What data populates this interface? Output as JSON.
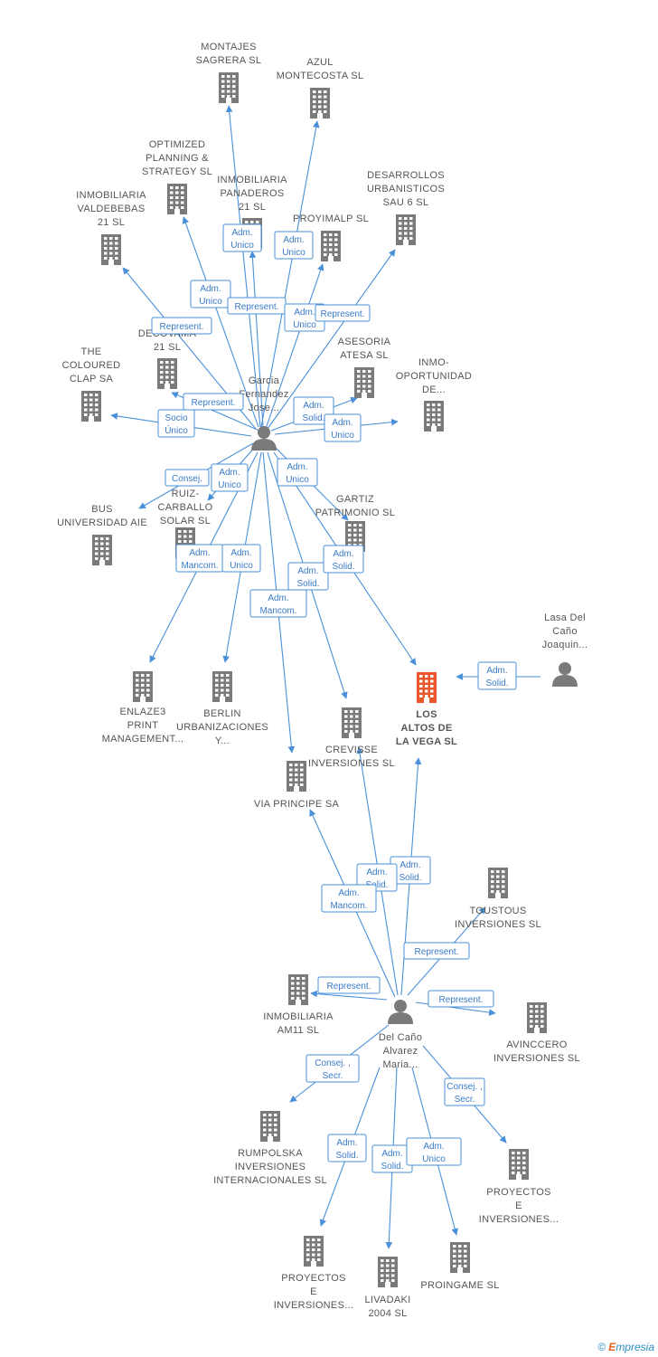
{
  "colors": {
    "edge": "#4a90d9",
    "node": "#7a7a7a",
    "highlight": "#e8562a",
    "badge_text": "#3a7bc8"
  },
  "nodes": [
    {
      "id": "montajes",
      "type": "company",
      "label": [
        "MONTAJES",
        "SAGRERA SL"
      ]
    },
    {
      "id": "azul",
      "type": "company",
      "label": [
        "AZUL",
        "MONTECOSTA SL"
      ]
    },
    {
      "id": "optimized",
      "type": "company",
      "label": [
        "OPTIMIZED",
        "PLANNING &",
        "STRATEGY SL"
      ]
    },
    {
      "id": "panaderos",
      "type": "company",
      "label": [
        "INMOBILIARIA",
        "PANADEROS",
        "21 SL"
      ]
    },
    {
      "id": "desarrollos",
      "type": "company",
      "label": [
        "DESARROLLOS",
        "URBANISTICOS",
        "SAU 6 SL"
      ]
    },
    {
      "id": "valdebebas",
      "type": "company",
      "label": [
        "INMOBILIARIA",
        "VALDEBEBAS",
        "21 SL"
      ]
    },
    {
      "id": "proyimalp",
      "type": "company",
      "label": [
        "PROYIMALP SL"
      ]
    },
    {
      "id": "decovama",
      "type": "company",
      "label": [
        "DECOVAMA",
        "21 SL"
      ]
    },
    {
      "id": "asesoria",
      "type": "company",
      "label": [
        "ASESORIA",
        "ATESA SL"
      ]
    },
    {
      "id": "coloured",
      "type": "company",
      "label": [
        "THE",
        "COLOURED",
        "CLAP SA"
      ]
    },
    {
      "id": "inmo",
      "type": "company",
      "label": [
        "INMO-",
        "OPORTUNIDAD",
        "DE..."
      ]
    },
    {
      "id": "garcia",
      "type": "person",
      "label": [
        "Garcia",
        "Fernandez",
        "Jose..."
      ]
    },
    {
      "id": "bus",
      "type": "company",
      "label": [
        "BUS",
        "UNIVERSIDAD AIE"
      ]
    },
    {
      "id": "ruiz",
      "type": "company",
      "label": [
        "RUIZ-",
        "CARBALLO",
        "SOLAR SL"
      ]
    },
    {
      "id": "gartiz",
      "type": "company",
      "label": [
        "GARTIZ",
        "PATRIMONIO SL"
      ]
    },
    {
      "id": "lasa",
      "type": "person",
      "label": [
        "Lasa Del",
        "Caño",
        "Joaquin..."
      ]
    },
    {
      "id": "enlaze",
      "type": "company",
      "label": [
        "ENLAZE3",
        "PRINT",
        "MANAGEMENT..."
      ]
    },
    {
      "id": "berlin",
      "type": "company",
      "label": [
        "BERLIN",
        "URBANIZACIONES",
        "Y..."
      ]
    },
    {
      "id": "losaltos",
      "type": "main",
      "label": [
        "LOS",
        "ALTOS DE",
        "LA VEGA SL"
      ]
    },
    {
      "id": "crevisse",
      "type": "company",
      "label": [
        "CREVISSE",
        "INVERSIONES SL"
      ]
    },
    {
      "id": "viaprincipe",
      "type": "company",
      "label": [
        "VIA PRINCIPE SA"
      ]
    },
    {
      "id": "toustous",
      "type": "company",
      "label": [
        "TOUSTOUS",
        "INVERSIONES SL"
      ]
    },
    {
      "id": "am11",
      "type": "company",
      "label": [
        "INMOBILIARIA",
        "AM11 SL"
      ]
    },
    {
      "id": "delcano",
      "type": "person",
      "label": [
        "Del Caño",
        "Alvarez",
        "Maria..."
      ]
    },
    {
      "id": "avinccero",
      "type": "company",
      "label": [
        "AVINCCERO",
        "INVERSIONES SL"
      ]
    },
    {
      "id": "rumpolska",
      "type": "company",
      "label": [
        "RUMPOLSKA",
        "INVERSIONES",
        "INTERNACIONALES SL"
      ]
    },
    {
      "id": "proyectos1",
      "type": "company",
      "label": [
        "PROYECTOS",
        "E",
        "INVERSIONES..."
      ]
    },
    {
      "id": "proyectos2",
      "type": "company",
      "label": [
        "PROYECTOS",
        "E",
        "INVERSIONES..."
      ]
    },
    {
      "id": "livadaki",
      "type": "company",
      "label": [
        "LIVADAKI",
        "2004 SL"
      ]
    },
    {
      "id": "proingame",
      "type": "company",
      "label": [
        "PROINGAME SL"
      ]
    }
  ],
  "edges": [
    {
      "from": "garcia",
      "to": "montajes"
    },
    {
      "from": "garcia",
      "to": "azul"
    },
    {
      "from": "garcia",
      "to": "optimized"
    },
    {
      "from": "garcia",
      "to": "panaderos"
    },
    {
      "from": "garcia",
      "to": "desarrollos"
    },
    {
      "from": "garcia",
      "to": "valdebebas"
    },
    {
      "from": "garcia",
      "to": "proyimalp"
    },
    {
      "from": "garcia",
      "to": "decovama"
    },
    {
      "from": "garcia",
      "to": "asesoria"
    },
    {
      "from": "garcia",
      "to": "coloured"
    },
    {
      "from": "garcia",
      "to": "inmo"
    },
    {
      "from": "garcia",
      "to": "bus"
    },
    {
      "from": "garcia",
      "to": "ruiz"
    },
    {
      "from": "garcia",
      "to": "gartiz"
    },
    {
      "from": "garcia",
      "to": "enlaze"
    },
    {
      "from": "garcia",
      "to": "berlin"
    },
    {
      "from": "garcia",
      "to": "losaltos"
    },
    {
      "from": "garcia",
      "to": "crevisse"
    },
    {
      "from": "garcia",
      "to": "viaprincipe"
    },
    {
      "from": "lasa",
      "to": "losaltos"
    },
    {
      "from": "delcano",
      "to": "losaltos"
    },
    {
      "from": "delcano",
      "to": "crevisse"
    },
    {
      "from": "delcano",
      "to": "viaprincipe"
    },
    {
      "from": "delcano",
      "to": "toustous"
    },
    {
      "from": "delcano",
      "to": "am11"
    },
    {
      "from": "delcano",
      "to": "avinccero"
    },
    {
      "from": "delcano",
      "to": "rumpolska"
    },
    {
      "from": "delcano",
      "to": "proyectos1"
    },
    {
      "from": "delcano",
      "to": "proyectos2"
    },
    {
      "from": "delcano",
      "to": "livadaki"
    },
    {
      "from": "delcano",
      "to": "proingame"
    }
  ],
  "badges": [
    [
      "Adm.",
      "Unico"
    ],
    [
      "Adm.",
      "Unico"
    ],
    [
      "Adm.",
      "Unico"
    ],
    [
      "Represent."
    ],
    [
      "Adm.",
      "Unico"
    ],
    [
      "Represent."
    ],
    [
      "Represent."
    ],
    [
      "Represent."
    ],
    [
      "Socio",
      "Único"
    ],
    [
      "Adm.",
      "Solid."
    ],
    [
      "Adm.",
      "Unico"
    ],
    [
      "Consej."
    ],
    [
      "Adm.",
      "Unico"
    ],
    [
      "Adm.",
      "Unico"
    ],
    [
      "Adm.",
      "Mancom."
    ],
    [
      "Adm.",
      "Unico"
    ],
    [
      "Adm.",
      "Solid."
    ],
    [
      "Adm.",
      "Solid."
    ],
    [
      "Adm.",
      "Mancom."
    ],
    [
      "Adm.",
      "Solid."
    ],
    [
      "Adm.",
      "Solid."
    ],
    [
      "Adm.",
      "Solid."
    ],
    [
      "Adm.",
      "Mancom."
    ],
    [
      "Represent."
    ],
    [
      "Represent."
    ],
    [
      "Represent."
    ],
    [
      "Consej. ,",
      "Secr."
    ],
    [
      "Adm.",
      "Solid."
    ],
    [
      "Adm.",
      "Solid."
    ],
    [
      "Adm.",
      "Unico"
    ],
    [
      "Consej. ,",
      "Secr."
    ]
  ],
  "footer": {
    "copyright": "©",
    "brand_first": "E",
    "brand_rest": "mpresia"
  }
}
